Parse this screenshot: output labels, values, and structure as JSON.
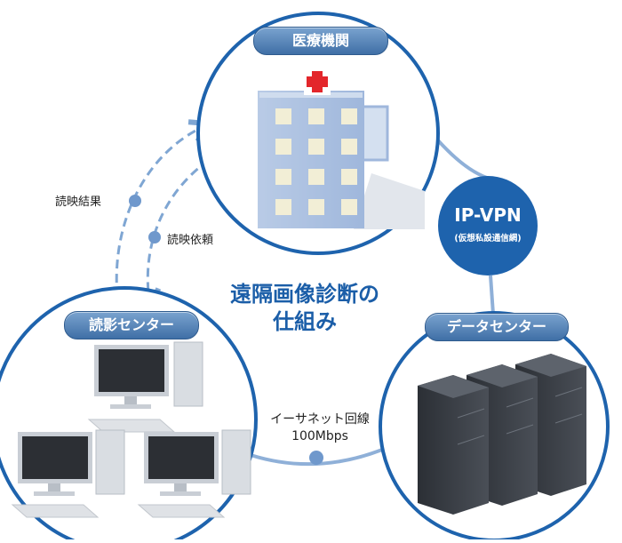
{
  "nodes": {
    "hospital": {
      "label": "医療機関"
    },
    "reading_center": {
      "label": "読影センター"
    },
    "data_center": {
      "label": "データセンター"
    }
  },
  "title": {
    "line1": "遠隔画像診断の",
    "line2": "仕組み"
  },
  "vpn": {
    "main": "IP-VPN",
    "sub": "(仮想私設通信網)"
  },
  "ethernet": {
    "line1": "イーサネット回線",
    "line2": "100Mbps"
  },
  "flows": {
    "result": "読映結果",
    "request": "読映依頼"
  },
  "colors": {
    "ring": "#1e63ad",
    "accent": "#1b5ea8",
    "pill": "#5a86bd",
    "dash": "#7fa6d3"
  }
}
